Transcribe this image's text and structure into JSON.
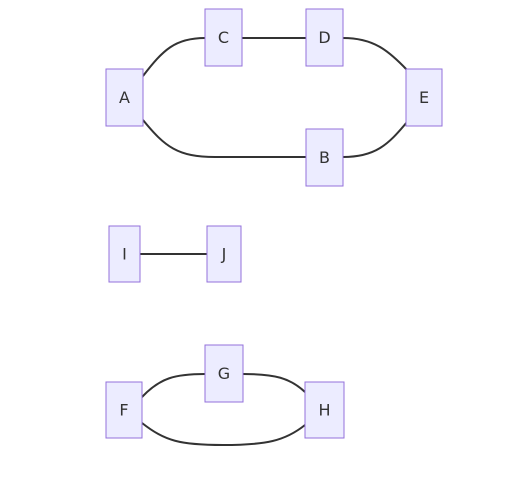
{
  "diagram": {
    "type": "flowchart",
    "theme": {
      "node_fill": "#ececff",
      "node_stroke": "#9370db",
      "edge_color": "#333333",
      "text_color": "#333333",
      "background": "#ffffff"
    },
    "nodes": [
      {
        "id": "A",
        "label": "A"
      },
      {
        "id": "B",
        "label": "B"
      },
      {
        "id": "C",
        "label": "C"
      },
      {
        "id": "D",
        "label": "D"
      },
      {
        "id": "E",
        "label": "E"
      },
      {
        "id": "F",
        "label": "F"
      },
      {
        "id": "G",
        "label": "G"
      },
      {
        "id": "H",
        "label": "H"
      },
      {
        "id": "I",
        "label": "I"
      },
      {
        "id": "J",
        "label": "J"
      }
    ],
    "edges": [
      {
        "from": "A",
        "to": "C"
      },
      {
        "from": "C",
        "to": "D"
      },
      {
        "from": "D",
        "to": "E"
      },
      {
        "from": "A",
        "to": "B"
      },
      {
        "from": "B",
        "to": "E"
      },
      {
        "from": "I",
        "to": "J"
      },
      {
        "from": "F",
        "to": "G"
      },
      {
        "from": "G",
        "to": "H"
      },
      {
        "from": "F",
        "to": "H"
      }
    ]
  }
}
